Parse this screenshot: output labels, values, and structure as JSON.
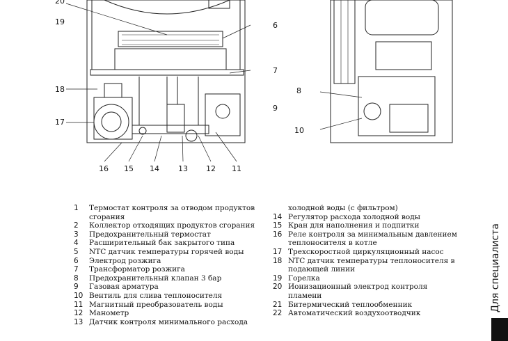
{
  "figure": {
    "callouts_left": [
      "20",
      "19",
      "18",
      "17"
    ],
    "callouts_right": [
      "6",
      "7"
    ],
    "callouts_bottom": [
      "16",
      "15",
      "14",
      "13",
      "12",
      "11"
    ],
    "callouts_side": [
      "8",
      "9",
      "10"
    ]
  },
  "legend": {
    "left": [
      {
        "num": "1",
        "text": "Термостат контроля за отводом продуктов",
        "cont": "сгорания"
      },
      {
        "num": "2",
        "text": "Коллектор отходящих продуктов сгорания"
      },
      {
        "num": "3",
        "text": "Предохранительный термостат"
      },
      {
        "num": "4",
        "text": "Расширительный бак закрытого типа"
      },
      {
        "num": "5",
        "text": "NTC датчик температуры горячей воды"
      },
      {
        "num": "6",
        "text": "Электрод розжига"
      },
      {
        "num": "7",
        "text": "Трансформатор розжига"
      },
      {
        "num": "8",
        "text": "Предохранительный клапан 3 бар"
      },
      {
        "num": "9",
        "text": "Газовая арматура"
      },
      {
        "num": "10",
        "text": "Вентиль для слива теплоносителя"
      },
      {
        "num": "11",
        "text": "Магнитный преобразователь воды"
      },
      {
        "num": "12",
        "text": "Манометр"
      },
      {
        "num": "13",
        "text": "Датчик контроля минимального расхода"
      }
    ],
    "right_top_cont": "холодной воды (с фильтром)",
    "right": [
      {
        "num": "14",
        "text": "Регулятор расхода холодной воды"
      },
      {
        "num": "15",
        "text": "Кран для наполнения и подпитки"
      },
      {
        "num": "16",
        "text": "Реле контроля за минимальным давлением",
        "cont": "теплоносителя в котле"
      },
      {
        "num": "17",
        "text": "Трехскоростной циркуляционный насос"
      },
      {
        "num": "18",
        "text": "NTC датчик температуры теплоносителя в",
        "cont": "подающей линии"
      },
      {
        "num": "19",
        "text": "Горелка"
      },
      {
        "num": "20",
        "text": "Ионизационный электрод контроля",
        "cont": "пламени"
      },
      {
        "num": "21",
        "text": "Битермический теплообменник"
      },
      {
        "num": "22",
        "text": "Автоматический воздухоотводчик"
      }
    ]
  },
  "side_tab": "Для специалиста"
}
